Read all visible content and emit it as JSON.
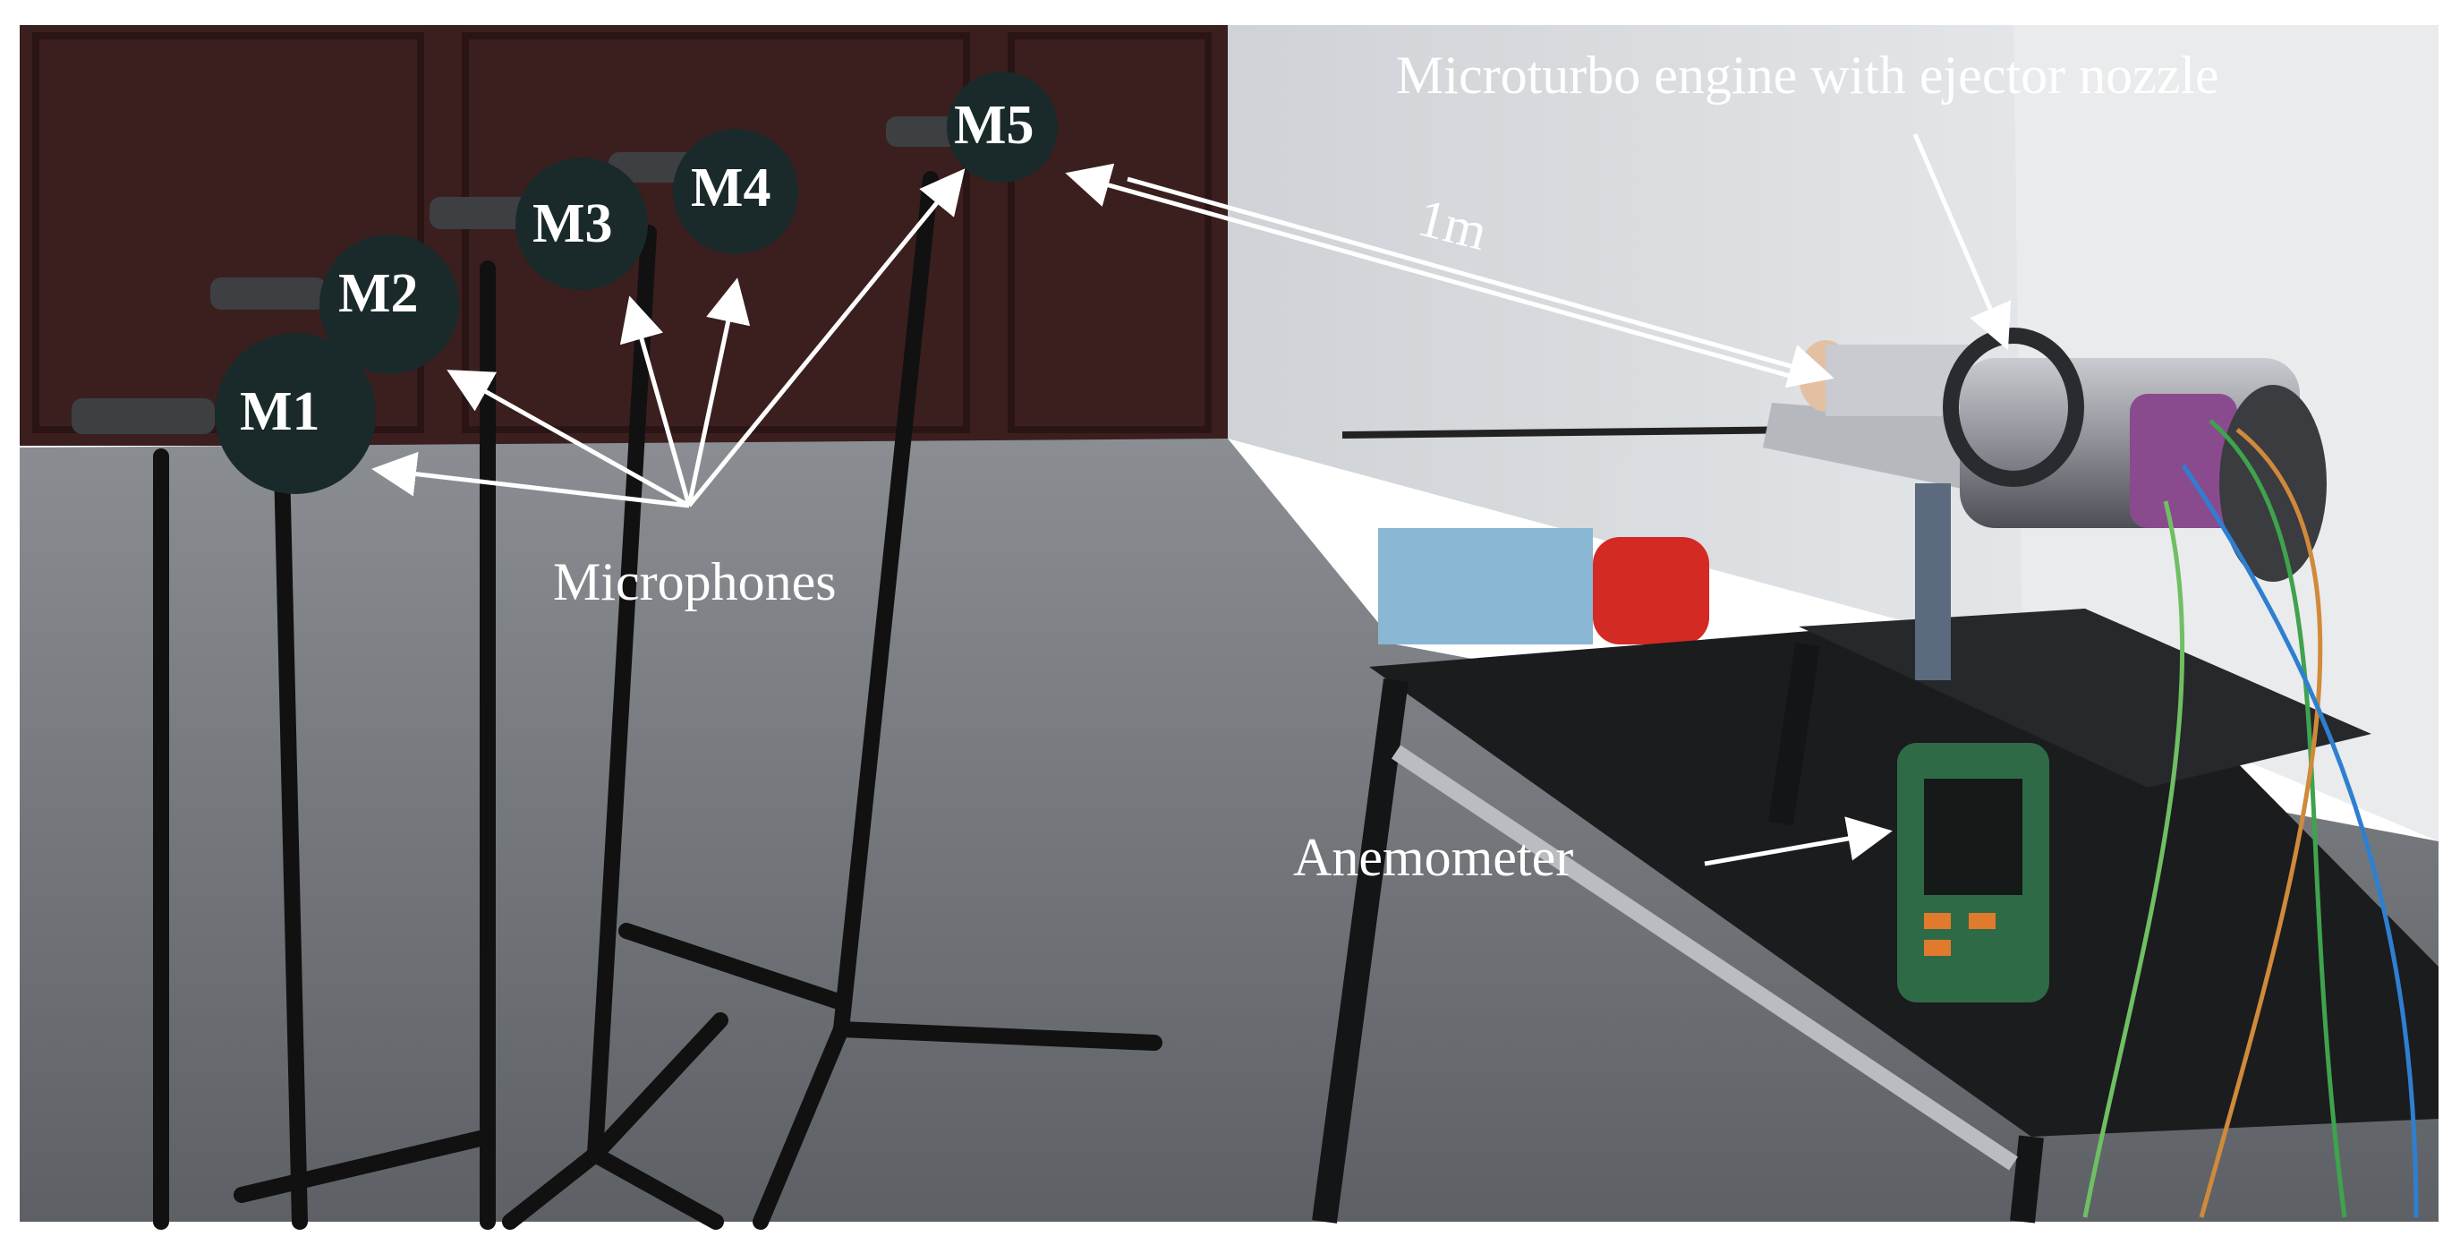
{
  "photo": {
    "microphones": [
      "M1",
      "M2",
      "M3",
      "M4",
      "M5"
    ],
    "labels": {
      "engine": "Microturbo engine with ejector nozzle",
      "distance": "1m",
      "microphones": "Microphones",
      "anemometer": "Anemometer"
    },
    "colors": {
      "door": "#3b1f1e",
      "wall": "#e4e6e8",
      "floor": "#6c7075",
      "windscreen": "#1a2a2a",
      "extinguisher": "#d42a24",
      "anemometer_body": "#2f6a46",
      "engine_band": "#8a4a8e",
      "table": "#1b1c1e"
    }
  }
}
